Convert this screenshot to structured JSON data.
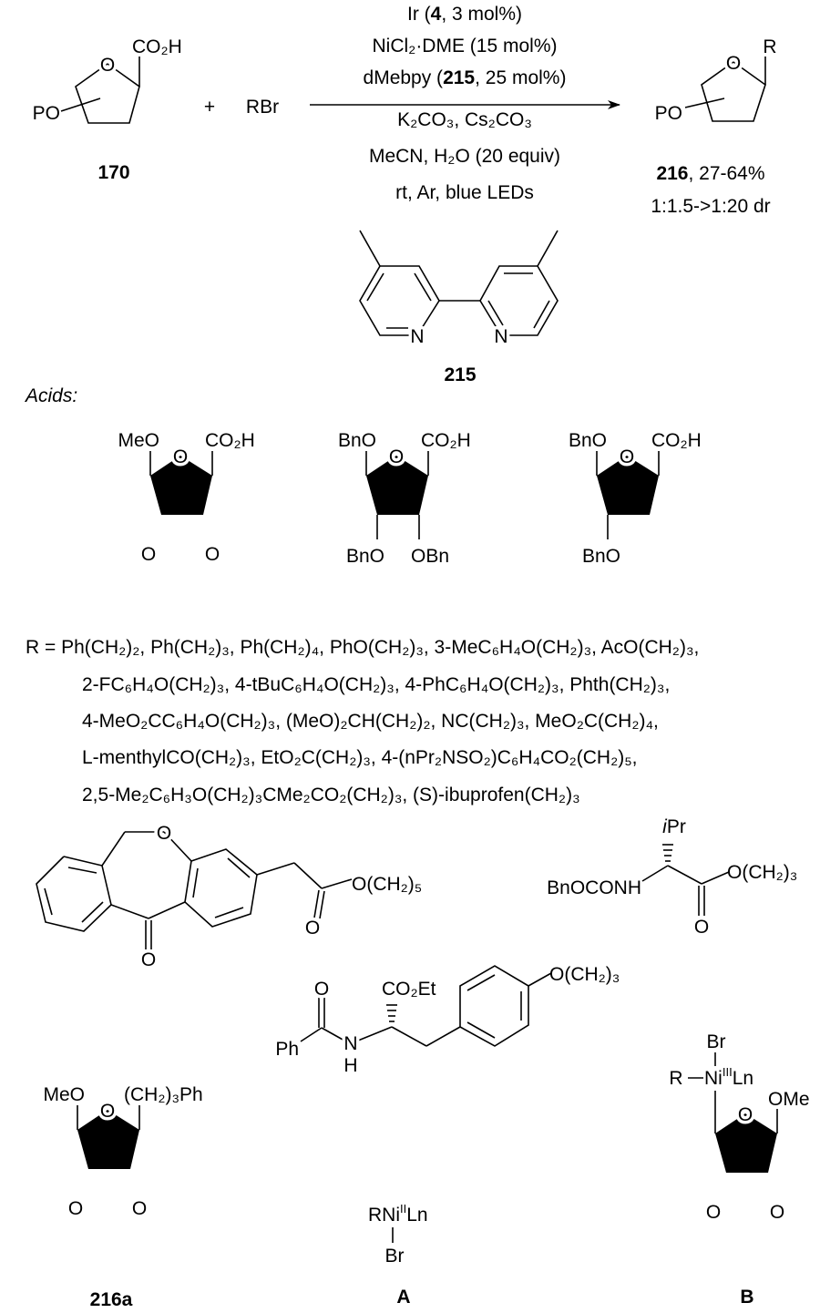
{
  "reaction": {
    "reactant": {
      "co2h": "CO₂H",
      "po": "PO",
      "o": "O",
      "label": "170"
    },
    "plus": "+",
    "reagent": "RBr",
    "conditions": {
      "line1": {
        "pre": "Ir (",
        "bold": "4",
        "post": ", 3 mol%)"
      },
      "line2": "NiCl₂·DME (15 mol%)",
      "line3": {
        "pre": "dMebpy (",
        "bold": "215",
        "post": ", 25 mol%)"
      },
      "line4": "K₂CO₃, Cs₂CO₃",
      "line5": "MeCN, H₂O (20 equiv)",
      "line6": "rt, Ar, blue LEDs"
    },
    "product": {
      "r": "R",
      "po": "PO",
      "o": "O",
      "label": "216",
      "yield": ", 27-64%",
      "dr": "1:1.5->1:20 dr"
    }
  },
  "ligand": {
    "n": "N",
    "label": "215"
  },
  "acids": {
    "heading": "Acids:",
    "acid1": {
      "meo": "MeO",
      "co2h": "CO₂H",
      "o": "O"
    },
    "acid2": {
      "bno_top": "BnO",
      "co2h": "CO₂H",
      "bno_bottom": "BnO",
      "obn": "OBn",
      "o": "O"
    },
    "acid3": {
      "bno_top": "BnO",
      "co2h": "CO₂H",
      "bno_bottom": "BnO",
      "o": "O"
    }
  },
  "r_groups": {
    "lines": [
      "R = Ph(CH₂)₂, Ph(CH₂)₃, Ph(CH₂)₄, PhO(CH₂)₃, 3-MeC₆H₄O(CH₂)₃, AcO(CH₂)₃,",
      "2-FC₆H₄O(CH₂)₃, 4-tBuC₆H₄O(CH₂)₃, 4-PhC₆H₄O(CH₂)₃, Phth(CH₂)₃,",
      "4-MeO₂CC₆H₄O(CH₂)₃, (MeO)₂CH(CH₂)₂, NC(CH₂)₃, MeO₂C(CH₂)₄,",
      "L-menthylCO(CH₂)₃, EtO₂C(CH₂)₃, 4-(nPr₂NSO₂)C₆H₄CO₂(CH₂)₅,",
      "2,5-Me₂C₆H₃O(CH₂)₃CMe₂CO₂(CH₂)₃, (S)-ibuprofen(CH₂)₃"
    ]
  },
  "r_structures": {
    "dibenzoxepinone": {
      "o_ring": "O",
      "o_keto": "O",
      "o_ester": "O",
      "chain": "O(CH₂)₅"
    },
    "valine": {
      "nh": "BnOCONH",
      "ipr_i": "i",
      "ipr_pr": "Pr",
      "o_keto": "O",
      "chain": "O(CH₂)₃"
    },
    "tyrosine": {
      "ph": "Ph",
      "o_amide": "O",
      "n": "N",
      "h": "H",
      "co2et": "CO₂Et",
      "chain": "O(CH₂)₃"
    }
  },
  "compound_216a": {
    "meo": "MeO",
    "chain": "(CH₂)₃Ph",
    "o": "O",
    "label": "216a"
  },
  "intermediate_A": {
    "r": "R",
    "ni": "Ni",
    "ox": "II",
    "ln": "Ln",
    "br": "Br",
    "label": "A"
  },
  "intermediate_B": {
    "r": "R",
    "ni": "Ni",
    "ox": "III",
    "ln": "Ln",
    "br": "Br",
    "ome": "OMe",
    "o": "O",
    "label": "B"
  }
}
